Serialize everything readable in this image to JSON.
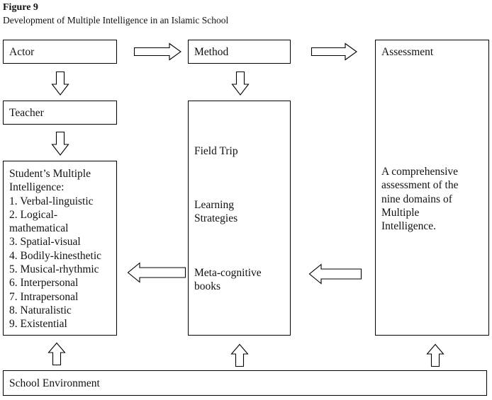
{
  "figure": {
    "number": "Figure 9",
    "title": "Development of Multiple Intelligence in an Islamic School"
  },
  "nodes": {
    "actor": {
      "label": "Actor"
    },
    "method": {
      "label": "Method"
    },
    "assessment": {
      "label": "Assessment"
    },
    "teacher": {
      "label": "Teacher"
    },
    "student": {
      "heading_line1": "Student’s Multiple",
      "heading_line2": "Intelligence:",
      "items": [
        "1. Verbal-linguistic",
        "2. Logical-",
        "mathematical",
        "3. Spatial-visual",
        "4. Bodily-kinesthetic",
        "5. Musical-rhythmic",
        "6. Interpersonal",
        "7. Intrapersonal",
        "8. Naturalistic",
        "9. Existential"
      ]
    },
    "method_body": {
      "item1": "Field Trip",
      "item2_line1": "Learning",
      "item2_line2": "Strategies",
      "item3_line1": "Meta-cognitive",
      "item3_line2": "books"
    },
    "assessment_body": {
      "lines": [
        "A comprehensive",
        "assessment of the",
        "nine domains of",
        "Multiple",
        "Intelligence."
      ]
    },
    "school_environment": {
      "label": "School Environment"
    }
  },
  "edges": [
    {
      "from": "actor",
      "to": "method",
      "direction": "right"
    },
    {
      "from": "method",
      "to": "assessment",
      "direction": "right"
    },
    {
      "from": "actor",
      "to": "teacher",
      "direction": "down"
    },
    {
      "from": "teacher",
      "to": "student",
      "direction": "down"
    },
    {
      "from": "method",
      "to": "method_body",
      "direction": "down"
    },
    {
      "from": "assessment_body",
      "to": "method_body",
      "direction": "left"
    },
    {
      "from": "method_body",
      "to": "student",
      "direction": "left"
    },
    {
      "from": "school_environment",
      "to": "student",
      "direction": "up"
    },
    {
      "from": "school_environment",
      "to": "method_body",
      "direction": "up"
    },
    {
      "from": "school_environment",
      "to": "assessment_body",
      "direction": "up"
    }
  ]
}
